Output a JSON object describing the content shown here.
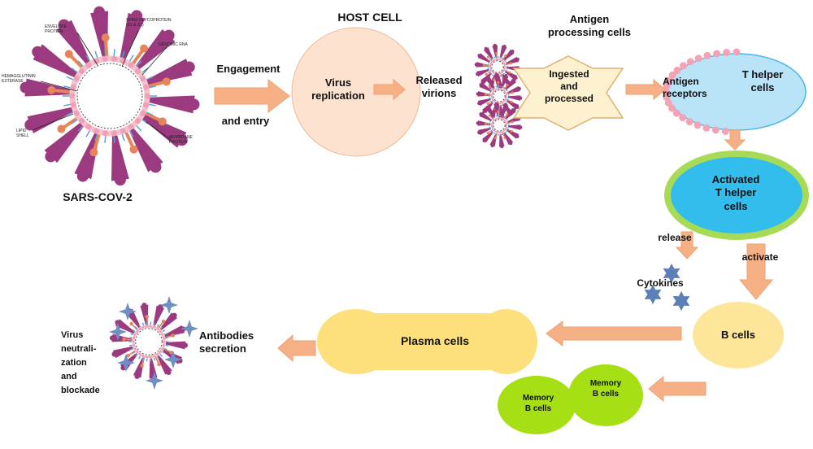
{
  "virus": {
    "title": "SARS-COV-2",
    "labels": {
      "envelope": "ENVELOPE\nPROTEIN",
      "spike": "SPIKE GLYCOPROTEIN\n(S1 & S2)",
      "genomic": "GENOMIC RNA",
      "hemagglutinin": "HEMAGGLUTININ\nESTERASE",
      "lipid": "LIPID\nSHELL",
      "membrane": "MEMBRANE\nPROTEIN"
    },
    "colors": {
      "spike": "#9b3a7f",
      "membrane": "#e8845a",
      "shell": "#f4c2cf",
      "envelope": "#5aa3cf"
    }
  },
  "engagement": {
    "line1": "Engagement",
    "line2": "and entry"
  },
  "host_cell": {
    "title": "HOST CELL",
    "virus_replication": "Virus\nreplication",
    "released_virions": "Released\nvirions",
    "fill": "#fde3cf"
  },
  "apc": {
    "title": "Antigen\nprocessing cells",
    "star_text": "Ingested\nand\nprocessed",
    "fill": "#fdf1cf"
  },
  "t_helper": {
    "receptors": "Antigen\nreceptors",
    "label": "T helper\ncells",
    "fill": "#b9e4f7"
  },
  "activated_t": {
    "label": "Activated\nT helper\ncells",
    "fill": "#33bdec",
    "ring": "#a8db55"
  },
  "release_label": "release",
  "activate_label": "activate",
  "cytokines": {
    "label": "Cytokines",
    "color": "#5b7fb6"
  },
  "b_cells": {
    "label": "B cells",
    "fill": "#fde69a"
  },
  "plasma_cells": {
    "label": "Plasma cells",
    "fill": "#fde07c"
  },
  "memory_b": {
    "cell1": "Memory\nB cells",
    "cell2": "Memory\nB cells",
    "fill": "#a6df14"
  },
  "antibodies": {
    "label": "Antibodies\nsecretion"
  },
  "neutralization": {
    "label": "Virus\nneutrali-\nzation\nand\nblockade"
  },
  "arrow_color": "#f5b185"
}
